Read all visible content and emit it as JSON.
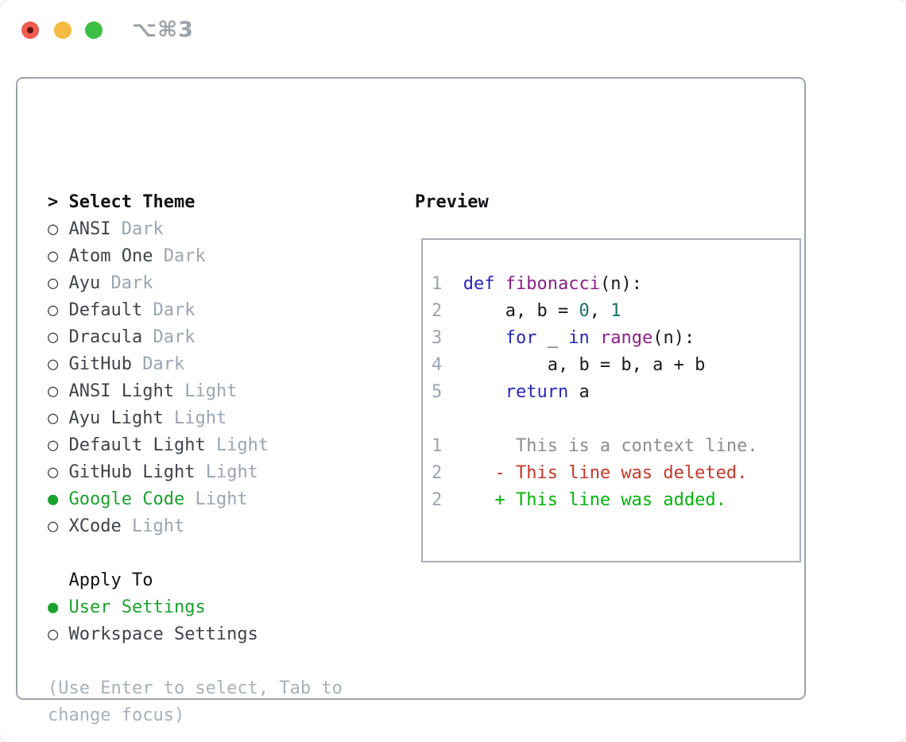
{
  "window": {
    "title": "⌥⌘3"
  },
  "traffic_lights": {
    "close_color": "#f25c53",
    "close_dot_color": "#641410",
    "minimize_color": "#f5bb40",
    "zoom_color": "#3cc043"
  },
  "palette": {
    "black": "#111316",
    "dark": "#3e434a",
    "muted": "#9aa5b3",
    "help": "#a7b0bb",
    "selected_green": "#1ba12e",
    "panel_border": "#9ba3ae",
    "preview_border": "#a9b0ba",
    "line_number": "#9aa5b3",
    "code_plain": "#1a1a1a",
    "code_keyword": "#2626bd",
    "code_function": "#8b208b",
    "code_literal": "#16716e",
    "diff_context": "#8c8c8c",
    "diff_deleted": "#c53728",
    "diff_added": "#04b50a"
  },
  "theme_menu": {
    "prompt": ">",
    "header_label": "Select Theme",
    "items": [
      {
        "name": "ANSI",
        "variant": "Dark",
        "selected": false
      },
      {
        "name": "Atom One",
        "variant": "Dark",
        "selected": false
      },
      {
        "name": "Ayu",
        "variant": "Dark",
        "selected": false
      },
      {
        "name": "Default",
        "variant": "Dark",
        "selected": false
      },
      {
        "name": "Dracula",
        "variant": "Dark",
        "selected": false
      },
      {
        "name": "GitHub",
        "variant": "Dark",
        "selected": false
      },
      {
        "name": "ANSI Light",
        "variant": "Light",
        "selected": false
      },
      {
        "name": "Ayu Light",
        "variant": "Light",
        "selected": false
      },
      {
        "name": "Default Light",
        "variant": "Light",
        "selected": false
      },
      {
        "name": "GitHub Light",
        "variant": "Light",
        "selected": false
      },
      {
        "name": "Google Code",
        "variant": "Light",
        "selected": true
      },
      {
        "name": "XCode",
        "variant": "Light",
        "selected": false
      }
    ],
    "marker_unselected": "○",
    "marker_selected": "●"
  },
  "apply_to": {
    "header": "Apply To",
    "options": [
      {
        "label": "User Settings",
        "selected": true
      },
      {
        "label": "Workspace Settings",
        "selected": false
      }
    ]
  },
  "help": {
    "line1": "(Use Enter to select, Tab to",
    "line2": "change focus)"
  },
  "preview": {
    "header": "Preview",
    "code_lines": [
      {
        "num": "1",
        "segments": [
          [
            "def",
            "kw"
          ],
          [
            " "
          ],
          [
            "fibonacci",
            "fn"
          ],
          [
            "(n):"
          ]
        ]
      },
      {
        "num": "2",
        "segments": [
          [
            "    a, b = "
          ],
          [
            "0",
            "lit"
          ],
          [
            ", "
          ],
          [
            "1",
            "lit"
          ]
        ]
      },
      {
        "num": "3",
        "segments": [
          [
            "    "
          ],
          [
            "for",
            "kw"
          ],
          [
            " _ "
          ],
          [
            "in",
            "kw"
          ],
          [
            " "
          ],
          [
            "range",
            "fn"
          ],
          [
            "(n):"
          ]
        ]
      },
      {
        "num": "4",
        "segments": [
          [
            "        a, b = b, a + b"
          ]
        ]
      },
      {
        "num": "5",
        "segments": [
          [
            "    "
          ],
          [
            "return",
            "kw"
          ],
          [
            " a"
          ]
        ]
      }
    ],
    "diff_lines": [
      {
        "num": "1",
        "marker": " ",
        "text": "This is a context line.",
        "kind": "context"
      },
      {
        "num": "2",
        "marker": "-",
        "text": "This line was deleted.",
        "kind": "deleted"
      },
      {
        "num": "2",
        "marker": "+",
        "text": "This line was added.",
        "kind": "added"
      }
    ]
  }
}
